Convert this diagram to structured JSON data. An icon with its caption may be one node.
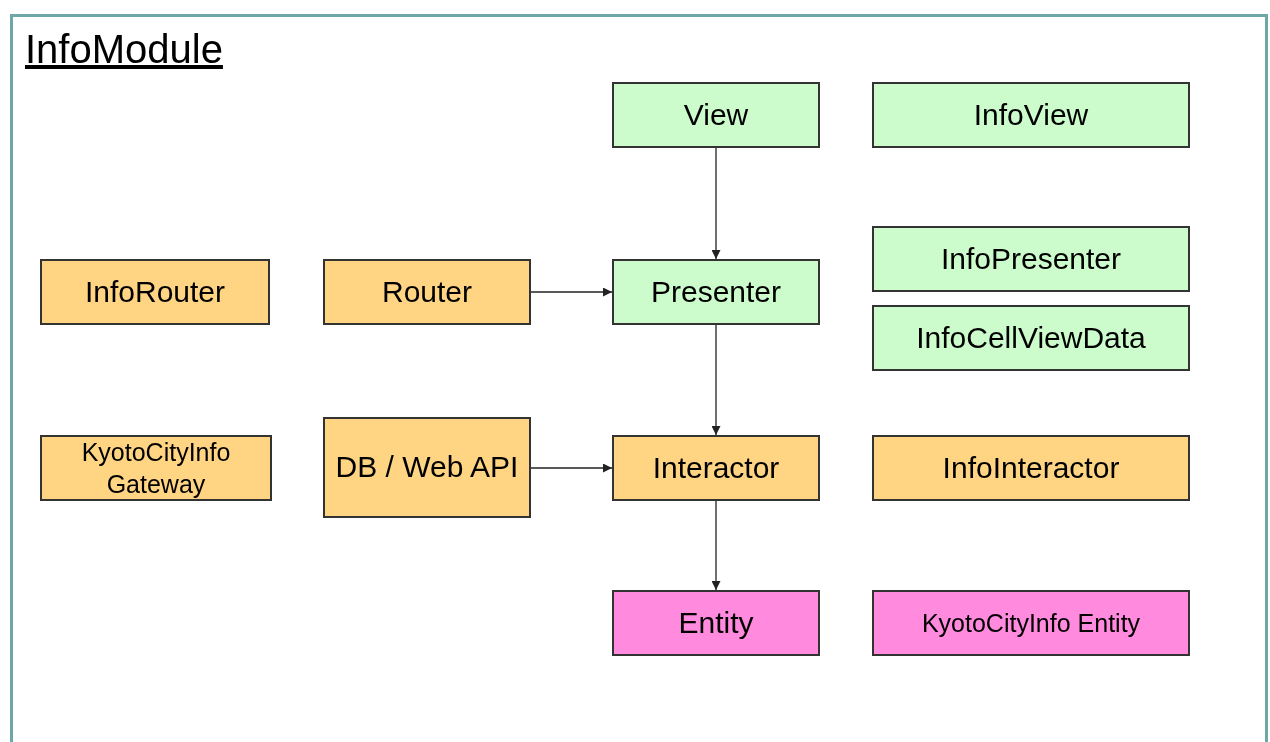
{
  "diagram": {
    "nodes": [
      {
        "text": [
          "InfoModule"
        ]
      },
      {
        "text": [
          "View"
        ],
        "in": 0
      },
      {
        "text": [
          "InfoView"
        ],
        "in": 0
      },
      {
        "text": [
          "InfoRouter"
        ],
        "in": 0
      },
      {
        "text": [
          "Router"
        ],
        "in": 0
      },
      {
        "text": [
          "Presenter"
        ],
        "in": 0
      },
      {
        "text": [
          "InfoPresenter"
        ],
        "in": 0
      },
      {
        "text": [
          "InfoCellViewData"
        ],
        "in": 0
      },
      {
        "text": [
          "KyotoCityInfo Gateway"
        ],
        "in": 0
      },
      {
        "text": [
          "DB / Web API"
        ],
        "in": 0
      },
      {
        "text": [
          "Interactor"
        ],
        "in": 0
      },
      {
        "text": [
          "InfoInteractor"
        ],
        "in": 0
      },
      {
        "text": [
          "Entity"
        ],
        "in": 0
      },
      {
        "text": [
          "KyotoCityInfo Entity"
        ],
        "in": 0
      }
    ],
    "edges": [
      {
        "from": 1,
        "to": 5,
        "arrow": "to"
      },
      {
        "from": 4,
        "to": 5,
        "arrow": "to"
      },
      {
        "from": 5,
        "to": 10,
        "arrow": "to"
      },
      {
        "from": 9,
        "to": 10,
        "arrow": "to"
      },
      {
        "from": 10,
        "to": 12,
        "arrow": "to"
      }
    ]
  }
}
